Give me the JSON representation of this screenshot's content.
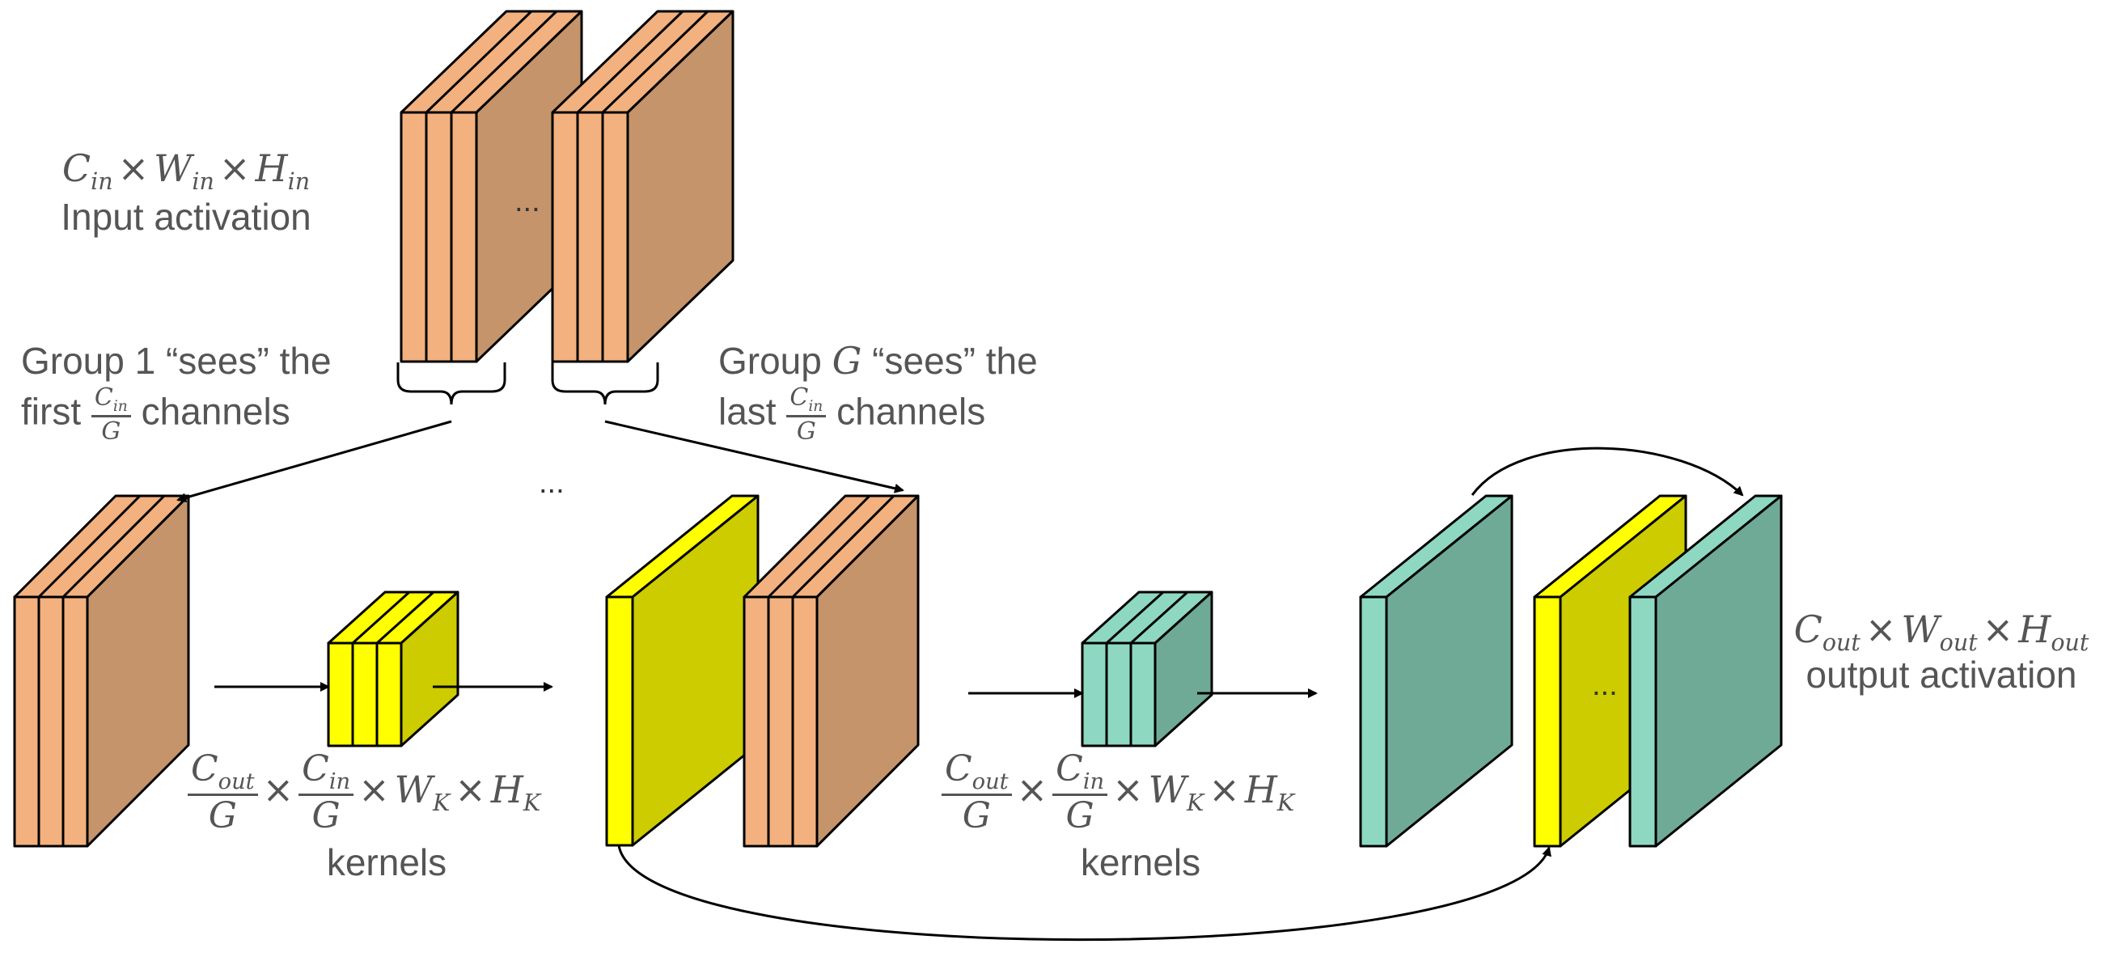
{
  "colors": {
    "input_face": "#F2B17F",
    "input_side": "#C5946A",
    "yellow_face": "#FFFF00",
    "yellow_side": "#CCCC00",
    "teal_face": "#8ED8C2",
    "teal_side": "#6FAA97",
    "stroke": "#000000",
    "text": "#555555"
  },
  "labels": {
    "input_dims": {
      "c": "C",
      "c_sub": "in",
      "w": "W",
      "w_sub": "in",
      "h": "H",
      "h_sub": "in",
      "times": "×"
    },
    "input_caption": "Input activation",
    "group1": {
      "line1": "Group 1 “sees” the",
      "pre": "first",
      "frac_num_base": "C",
      "frac_num_sub": "in",
      "frac_den": "G",
      "post": "channels"
    },
    "groupG": {
      "line1_pre": "Group",
      "line1_var": "G",
      "line1_post": "“sees” the",
      "pre": "last",
      "frac_num_base": "C",
      "frac_num_sub": "in",
      "frac_den": "G",
      "post": "channels"
    },
    "kernel_formula": {
      "n1_base": "C",
      "n1_sub": "out",
      "d1": "G",
      "n2_base": "C",
      "n2_sub": "in",
      "d2": "G",
      "w": "W",
      "w_sub": "K",
      "h": "H",
      "h_sub": "K",
      "times": "×"
    },
    "kernels_caption": "kernels",
    "output_dims": {
      "c": "C",
      "c_sub": "out",
      "w": "W",
      "w_sub": "out",
      "h": "H",
      "h_sub": "out",
      "times": "×"
    },
    "output_caption": "output activation",
    "ellipsis": "..."
  }
}
